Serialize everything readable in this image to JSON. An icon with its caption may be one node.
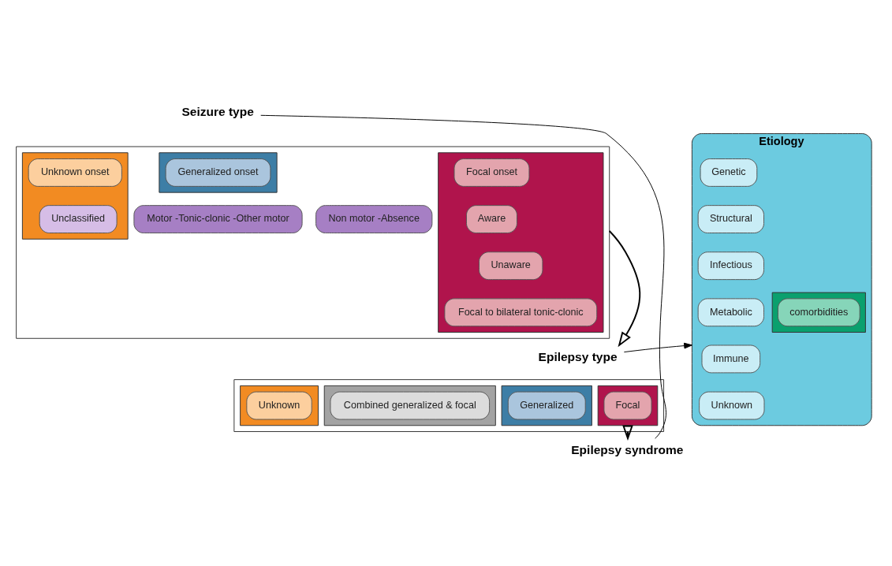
{
  "diagram": {
    "nodes": [
      {
        "text": [
          "Seizure type"
        ]
      },
      {
        "text": [],
        "shape": "box"
      },
      {
        "text": [],
        "shape": "box",
        "in": 1
      },
      {
        "text": [
          "Focal onset"
        ],
        "in": 2
      },
      {
        "text": [
          "Aware"
        ],
        "in": 2
      },
      {
        "text": [
          "Unaware"
        ],
        "in": 2
      },
      {
        "text": [
          "Focal to bilateral tonic-clonic"
        ],
        "in": 2
      },
      {
        "text": [],
        "shape": "box",
        "in": 1
      },
      {
        "text": [
          "Generalized onset"
        ],
        "in": 7
      },
      {
        "text": [],
        "shape": "box",
        "in": 1
      },
      {
        "text": [
          "Unknown onset"
        ],
        "in": 9
      },
      {
        "text": [
          "Unclassified"
        ],
        "in": 9
      },
      {
        "text": [
          "Motor -Tonic-clonic -Other motor"
        ],
        "in": 1
      },
      {
        "text": [
          "Non motor -Absence"
        ],
        "in": 1
      },
      {
        "text": [
          "Epilepsy type"
        ]
      },
      {
        "text": [],
        "shape": "box"
      },
      {
        "text": [],
        "shape": "box",
        "in": 15
      },
      {
        "text": [
          "Focal"
        ],
        "in": 16
      },
      {
        "text": [],
        "shape": "box",
        "in": 15
      },
      {
        "text": [
          "Generalized"
        ],
        "in": 18
      },
      {
        "text": [],
        "shape": "box",
        "in": 15
      },
      {
        "text": [
          "Combined generalized & focal"
        ],
        "in": 20
      },
      {
        "text": [],
        "shape": "box",
        "in": 15
      },
      {
        "text": [
          "Unknown"
        ],
        "in": 22
      },
      {
        "text": [
          "Epilepsy syndrome"
        ]
      },
      {
        "text": [
          "Etiology"
        ]
      },
      {
        "text": [
          "Genetic"
        ],
        "in": 25
      },
      {
        "text": [
          "Structural"
        ],
        "in": 25
      },
      {
        "text": [
          "Infectious"
        ],
        "in": 25
      },
      {
        "text": [
          "Metabolic"
        ],
        "in": 25
      },
      {
        "text": [
          "Immune"
        ],
        "in": 25
      },
      {
        "text": [
          "Unknown"
        ],
        "in": 25
      },
      {
        "text": [],
        "shape": "box",
        "in": 25
      },
      {
        "text": [
          "comorbidities"
        ],
        "in": 32
      }
    ],
    "edges": [
      {
        "from": 1,
        "to": 14,
        "arrow": "to"
      },
      {
        "from": 15,
        "to": 24,
        "arrow": "to"
      },
      {
        "from": 14,
        "to": 25,
        "arrow": "to"
      },
      {
        "from": 0,
        "to": 24,
        "arrow": "none"
      }
    ]
  }
}
